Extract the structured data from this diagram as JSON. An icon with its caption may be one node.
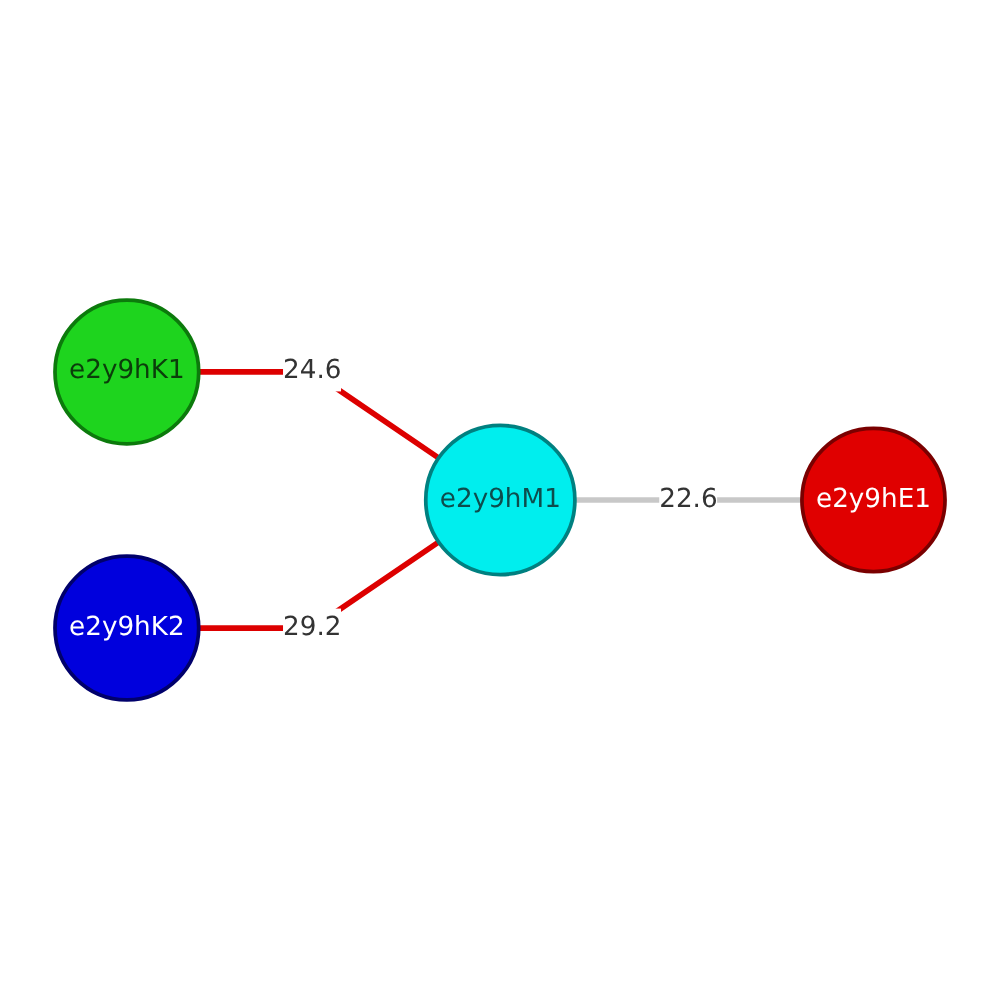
{
  "diagram": {
    "nodes": [
      {
        "text": [
          "e2y9hK1"
        ]
      },
      {
        "text": [
          "e2y9hE1"
        ]
      },
      {
        "text": [
          "e2y9hK2"
        ]
      },
      {
        "text": [
          "e2y9hM1"
        ]
      }
    ],
    "edges": [
      {
        "from": 0,
        "to": 3,
        "arrow": "none",
        "label": "24.6"
      },
      {
        "from": 2,
        "to": 3,
        "arrow": "none",
        "label": "29.2"
      },
      {
        "from": 3,
        "to": 1,
        "arrow": "none",
        "label": "22.6",
        "color": "#c8c8c8"
      }
    ]
  }
}
